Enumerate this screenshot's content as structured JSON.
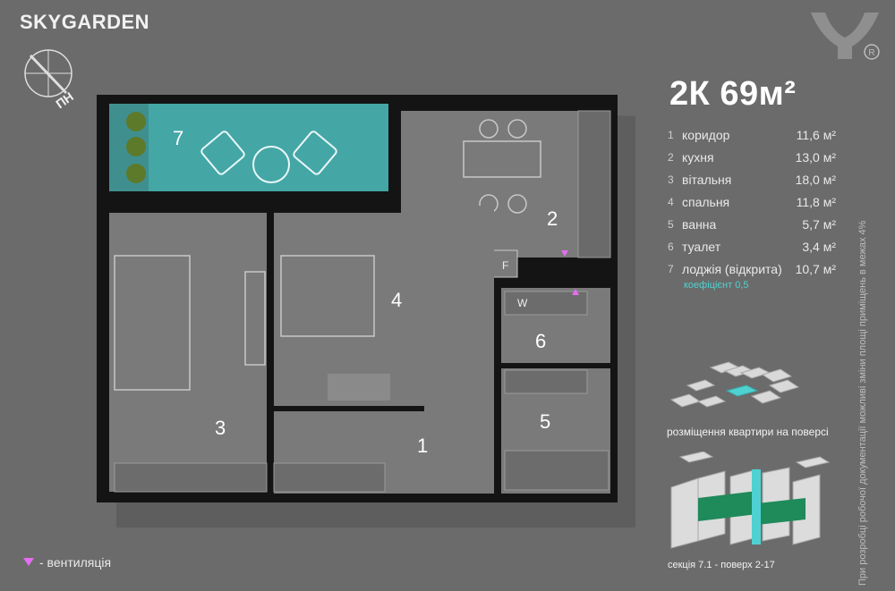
{
  "brand": "SKYGARDEN",
  "compass_label": "ПН",
  "apartment_title": "2К 69м²",
  "rooms": [
    {
      "num": "1",
      "name": "коридор",
      "area": "11,6 м²"
    },
    {
      "num": "2",
      "name": "кухня",
      "area": "13,0 м²"
    },
    {
      "num": "3",
      "name": "вітальня",
      "area": "18,0 м²"
    },
    {
      "num": "4",
      "name": "спальня",
      "area": "11,8 м²"
    },
    {
      "num": "5",
      "name": "ванна",
      "area": "5,7 м²"
    },
    {
      "num": "6",
      "name": "туалет",
      "area": "3,4 м²"
    },
    {
      "num": "7",
      "name": "лоджія (відкрита)",
      "area": "10,7 м²"
    }
  ],
  "coefficient": "коефіцієнт 0,5",
  "floor_caption": "розміщення квартири на поверсі",
  "section_caption": "секція 7.1 - поверх 2-17",
  "legend_text": "- вентиляція",
  "disclaimer": "При розробці робочої документації можливі зміни площі приміщень в межах 4%",
  "plan_labels": {
    "r1": "1",
    "r2": "2",
    "r3": "3",
    "r4": "4",
    "r5": "5",
    "r6": "6",
    "r7": "7"
  },
  "plan_marks": {
    "fridge": "F",
    "washer": "W"
  },
  "colors": {
    "background": "#6b6b6b",
    "wall": "#141414",
    "floor": "#7a7a7a",
    "loggia": "#45a6a6",
    "accent_cyan": "#4fd1d1",
    "green": "#1f8a5a",
    "vent": "#e56df0"
  },
  "icons": {
    "logo": "brand-y-logo-icon",
    "compass": "compass-icon",
    "vent": "vent-triangle-icon"
  }
}
